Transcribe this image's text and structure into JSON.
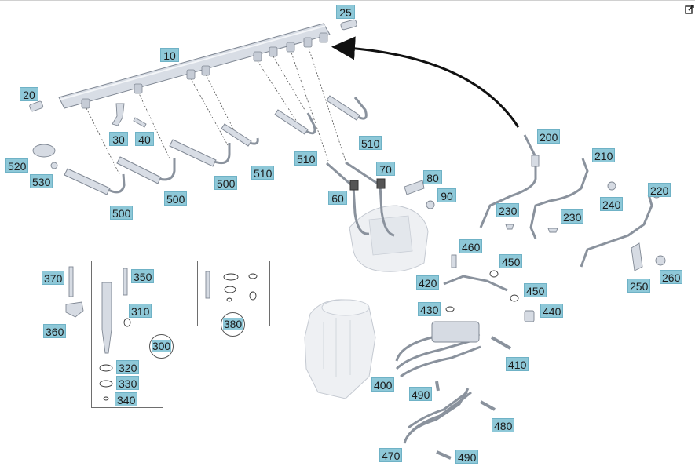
{
  "colors": {
    "callout_bg": "#8ec8d8",
    "part_fill": "#d6dbe3",
    "part_stroke": "#7f8793",
    "arrow": "#111111"
  },
  "toolbar": {
    "edit_icon": "edit-external-icon"
  },
  "callouts": {
    "c10": "10",
    "c20": "20",
    "c25": "25",
    "c30": "30",
    "c40": "40",
    "c520": "520",
    "c530": "530",
    "c500a": "500",
    "c500b": "500",
    "c500c": "500",
    "c510a": "510",
    "c510b": "510",
    "c510c": "510",
    "c60": "60",
    "c70": "70",
    "c80": "80",
    "c90": "90",
    "c200": "200",
    "c210": "210",
    "c220": "220",
    "c230a": "230",
    "c230b": "230",
    "c240": "240",
    "c250": "250",
    "c260": "260",
    "c460": "460",
    "c450a": "450",
    "c450b": "450",
    "c420": "420",
    "c430": "430",
    "c440": "440",
    "c400": "400",
    "c410": "410",
    "c490a": "490",
    "c490b": "490",
    "c480": "480",
    "c470": "470",
    "c370": "370",
    "c350": "350",
    "c360": "360",
    "c310": "310",
    "c300": "300",
    "c320": "320",
    "c330": "330",
    "c340": "340",
    "c380": "380"
  }
}
